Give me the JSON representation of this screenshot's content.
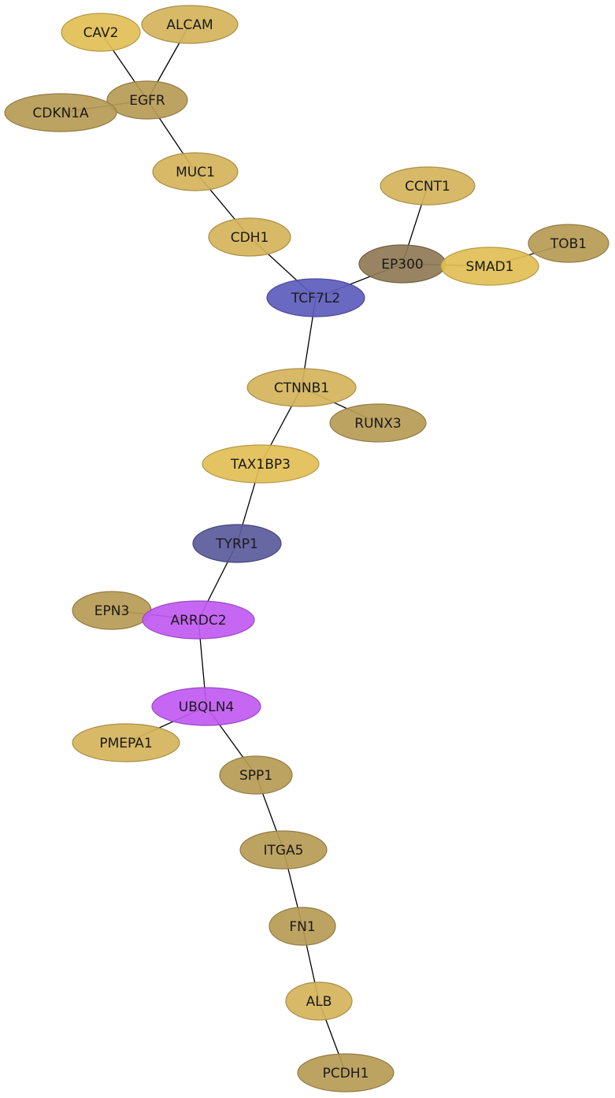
{
  "colors": {
    "tan": "#b79b55",
    "gold": "#d4b35a",
    "yellow": "#e2bf55",
    "olive": "#8f7a55",
    "blue": "#5c5cbd",
    "navy": "#5a5a9c",
    "purple": "#c15af3"
  },
  "nodes": [
    {
      "id": "CAV2",
      "label": "CAV2",
      "color": "yellow"
    },
    {
      "id": "ALCAM",
      "label": "ALCAM",
      "color": "gold"
    },
    {
      "id": "EGFR",
      "label": "EGFR",
      "color": "tan"
    },
    {
      "id": "CDKN1A",
      "label": "CDKN1A",
      "color": "tan"
    },
    {
      "id": "MUC1",
      "label": "MUC1",
      "color": "gold"
    },
    {
      "id": "CCNT1",
      "label": "CCNT1",
      "color": "gold"
    },
    {
      "id": "TOB1",
      "label": "TOB1",
      "color": "tan"
    },
    {
      "id": "CDH1",
      "label": "CDH1",
      "color": "gold"
    },
    {
      "id": "EP300",
      "label": "EP300",
      "color": "olive"
    },
    {
      "id": "SMAD1",
      "label": "SMAD1",
      "color": "yellow"
    },
    {
      "id": "TCF7L2",
      "label": "TCF7L2",
      "color": "blue"
    },
    {
      "id": "CTNNB1",
      "label": "CTNNB1",
      "color": "gold"
    },
    {
      "id": "RUNX3",
      "label": "RUNX3",
      "color": "tan"
    },
    {
      "id": "TAX1BP3",
      "label": "TAX1BP3",
      "color": "yellow"
    },
    {
      "id": "TYRP1",
      "label": "TYRP1",
      "color": "navy"
    },
    {
      "id": "EPN3",
      "label": "EPN3",
      "color": "tan"
    },
    {
      "id": "ARRDC2",
      "label": "ARRDC2",
      "color": "purple"
    },
    {
      "id": "UBQLN4",
      "label": "UBQLN4",
      "color": "purple"
    },
    {
      "id": "PMEPA1",
      "label": "PMEPA1",
      "color": "gold"
    },
    {
      "id": "SPP1",
      "label": "SPP1",
      "color": "tan"
    },
    {
      "id": "ITGA5",
      "label": "ITGA5",
      "color": "tan"
    },
    {
      "id": "FN1",
      "label": "FN1",
      "color": "tan"
    },
    {
      "id": "ALB",
      "label": "ALB",
      "color": "gold"
    },
    {
      "id": "PCDH1",
      "label": "PCDH1",
      "color": "tan"
    }
  ],
  "edges": [
    [
      "CAV2",
      "EGFR"
    ],
    [
      "ALCAM",
      "EGFR"
    ],
    [
      "CDKN1A",
      "EGFR"
    ],
    [
      "EGFR",
      "MUC1"
    ],
    [
      "MUC1",
      "CDH1"
    ],
    [
      "CDH1",
      "TCF7L2"
    ],
    [
      "CCNT1",
      "EP300"
    ],
    [
      "EP300",
      "TCF7L2"
    ],
    [
      "EP300",
      "SMAD1"
    ],
    [
      "SMAD1",
      "TOB1"
    ],
    [
      "TCF7L2",
      "CTNNB1"
    ],
    [
      "CTNNB1",
      "RUNX3"
    ],
    [
      "CTNNB1",
      "TAX1BP3"
    ],
    [
      "TAX1BP3",
      "TYRP1"
    ],
    [
      "TYRP1",
      "ARRDC2"
    ],
    [
      "EPN3",
      "ARRDC2"
    ],
    [
      "ARRDC2",
      "UBQLN4"
    ],
    [
      "UBQLN4",
      "PMEPA1"
    ],
    [
      "UBQLN4",
      "SPP1"
    ],
    [
      "SPP1",
      "ITGA5"
    ],
    [
      "ITGA5",
      "FN1"
    ],
    [
      "FN1",
      "ALB"
    ],
    [
      "ALB",
      "PCDH1"
    ]
  ]
}
